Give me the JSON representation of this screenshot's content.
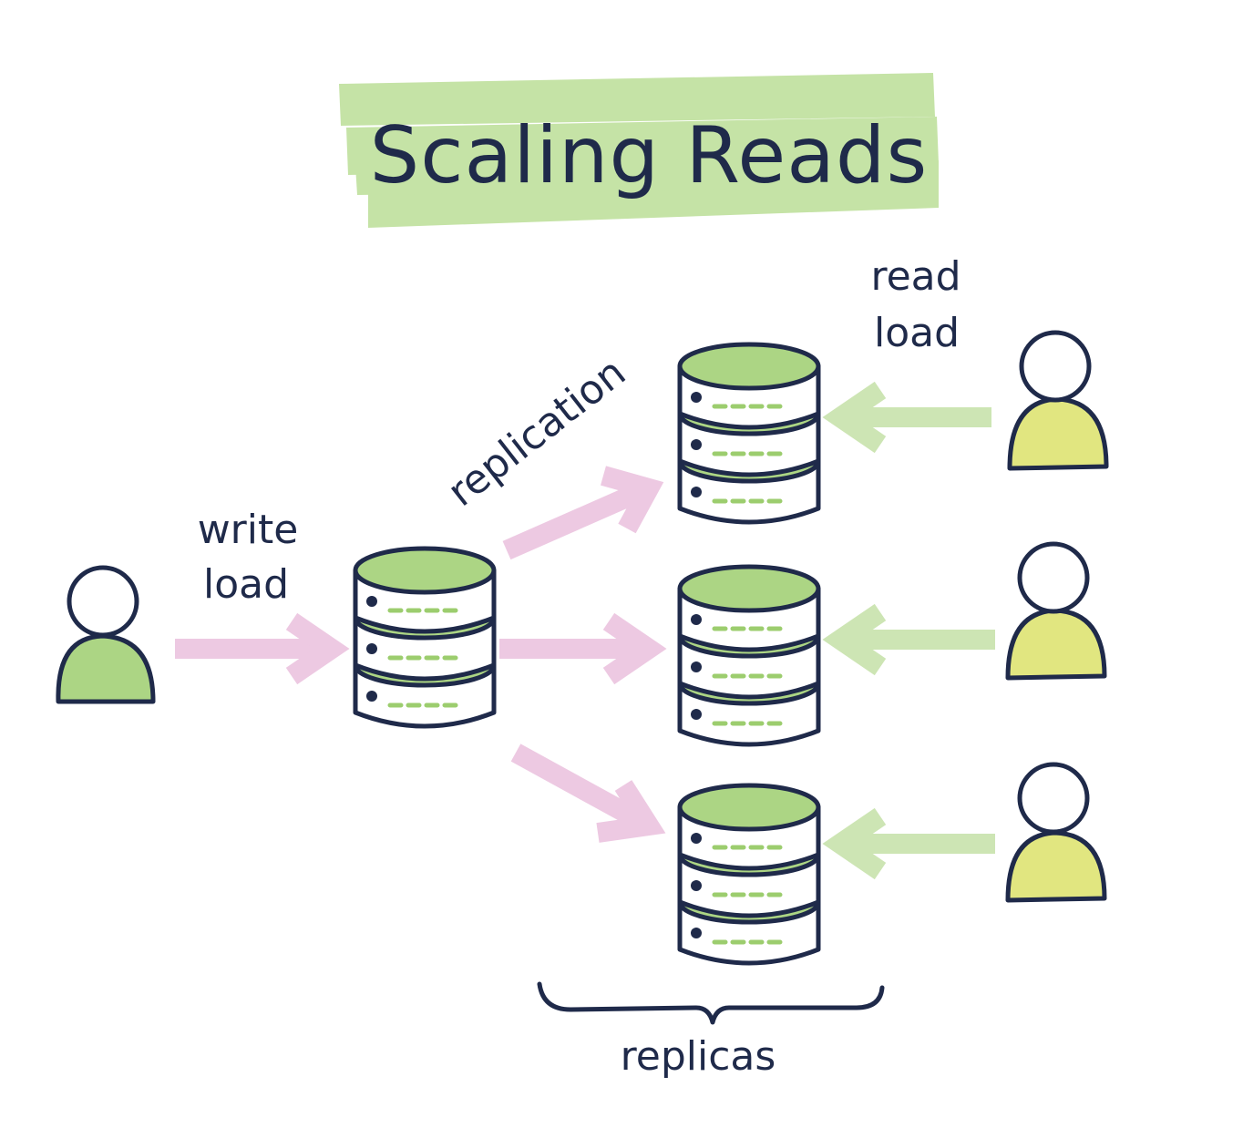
{
  "title": "Scaling Reads",
  "labels": {
    "write_load": [
      "write",
      "load"
    ],
    "read_load": [
      "read",
      "load"
    ],
    "replication": "replication",
    "replicas": "replicas"
  },
  "colors": {
    "ink": "#1f2a4a",
    "highlight": "#c5e3a6",
    "db_top": "#acd584",
    "db_dash": "#9ccd6e",
    "writer_body": "#acd584",
    "reader_body": "#e1e680",
    "write_arrow": "#edc9e2",
    "read_arrow": "#cde5b4"
  },
  "nodes": {
    "writer": "user",
    "primary": "database",
    "replicas": [
      "database",
      "database",
      "database"
    ],
    "readers": [
      "user",
      "user",
      "user"
    ]
  }
}
